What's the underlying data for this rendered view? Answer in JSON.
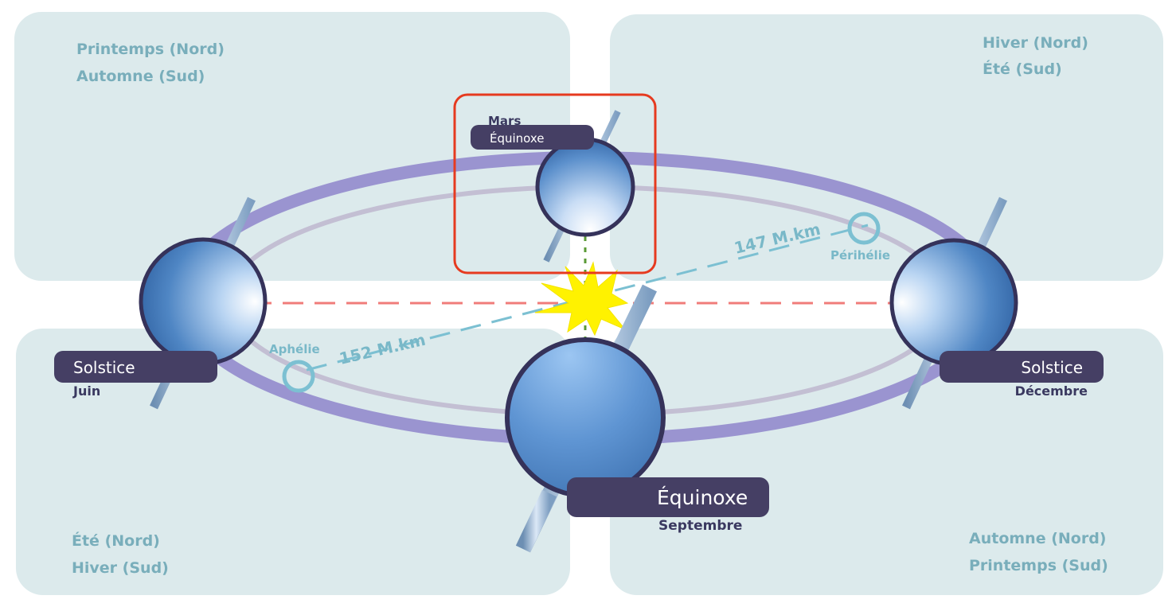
{
  "seasons": {
    "top_left": [
      "Printemps (Nord)",
      "Automne (Sud)"
    ],
    "top_right": [
      "Hiver (Nord)",
      "Été (Sud)"
    ],
    "bottom_left": [
      "Été (Nord)",
      "Hiver (Sud)"
    ],
    "bottom_right": [
      "Automne (Nord)",
      "Printemps (Sud)"
    ]
  },
  "positions": {
    "march": {
      "month": "Mars",
      "event": "Équinoxe"
    },
    "june": {
      "event": "Solstice",
      "month": "Juin"
    },
    "december": {
      "event": "Solstice",
      "month": "Décembre"
    },
    "september": {
      "event": "Équinoxe",
      "month": "Septembre"
    }
  },
  "orbit": {
    "perihelion_label": "Périhélie",
    "aphelion_label": "Aphélie",
    "perihelion_distance": "147 M.km",
    "aphelion_distance": "152 M.km"
  },
  "colors": {
    "panel": "#dceaec",
    "orbit_outer": "#9a94d0",
    "orbit_inner": "#c3bfd3",
    "tag": "#453f64",
    "season_text": "#79aebb",
    "highlight": "#e63a1f",
    "sun": "#fff200"
  },
  "icons": [
    "sun-icon",
    "earth-icon",
    "axis-icon",
    "perihelion-marker-icon",
    "aphelion-marker-icon"
  ]
}
